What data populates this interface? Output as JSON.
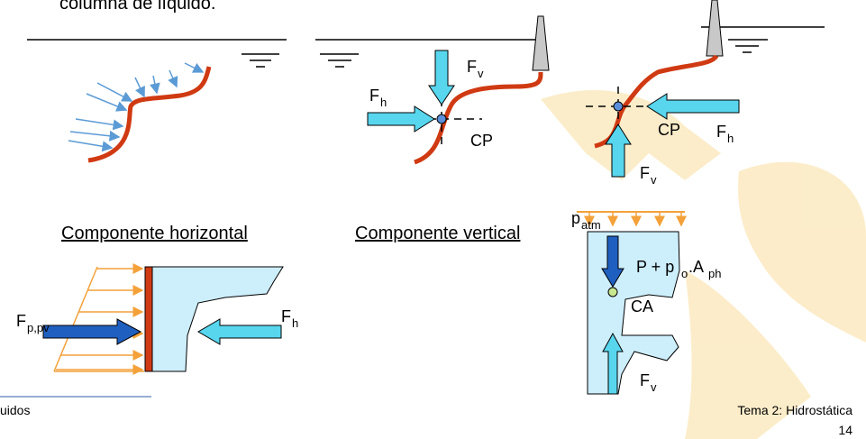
{
  "top_text": "columna de líquido.",
  "labels": {
    "fv": "F",
    "fv_sub": "v",
    "fh": "F",
    "fh_sub": "h",
    "cp": "CP",
    "fp_main": "F",
    "fp_sub": "p,pv",
    "patm_main": "p",
    "patm_sub": "atm",
    "p_expr_1": "P + p",
    "p_expr_sub": "o",
    "p_expr_2": ".A",
    "p_expr_sub2": "ph",
    "ca": "CA"
  },
  "captions": {
    "horizontal": "Componente horizontal",
    "vertical": "Componente vertical"
  },
  "footer": {
    "left": "uidos",
    "right": "Tema 2: Hidrostática",
    "page_number": "14"
  },
  "colors": {
    "surface_red": "#d03a12",
    "pressure_arrow_blue": "#5b9bd5",
    "force_cyan": "#57d6ee",
    "force_dark_blue": "#1f5fbf",
    "horizontal_orange": "#f4a13a",
    "fluid_fill": "#cdeefb",
    "watermark": "#fcebc4"
  }
}
